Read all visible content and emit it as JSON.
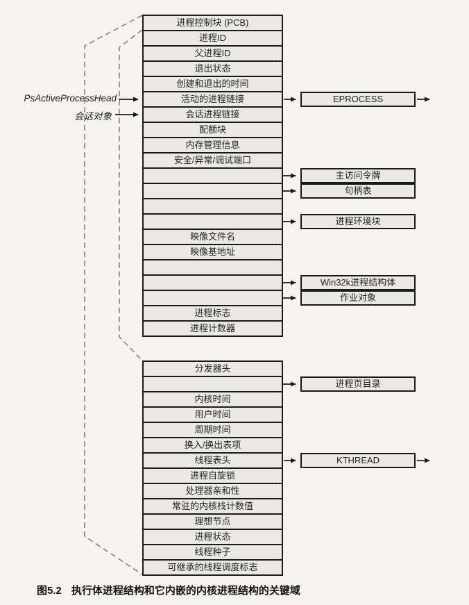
{
  "caption": {
    "number": "图5.2",
    "title": "执行体进程结构和它内嵌的内核进程结构的关键域"
  },
  "left_labels": {
    "ps_active_process_head": "PsActiveProcessHead",
    "session_object": "会话对象"
  },
  "eprocess_table": {
    "rows": [
      {
        "label": "进程控制块 (PCB)"
      },
      {
        "label": "进程ID"
      },
      {
        "label": "父进程ID"
      },
      {
        "label": "退出状态"
      },
      {
        "label": "创建和退出的时间"
      },
      {
        "label": "活动的进程链接",
        "points_to": "EPROCESS"
      },
      {
        "label": "会话进程链接"
      },
      {
        "label": "配额块"
      },
      {
        "label": "内存管理信息"
      },
      {
        "label": "安全/异常/调试端口"
      },
      {
        "label": "",
        "bullet": true,
        "points_to": "主访问令牌"
      },
      {
        "label": "",
        "bullet": true,
        "points_to": "句柄表"
      },
      {
        "label": ""
      },
      {
        "label": "",
        "bullet": true,
        "points_to": "进程环境块"
      },
      {
        "label": "映像文件名"
      },
      {
        "label": "映像基地址"
      },
      {
        "label": ""
      },
      {
        "label": "",
        "bullet": true,
        "points_to": "Win32k进程结构体"
      },
      {
        "label": "",
        "bullet": true,
        "points_to": "作业对象"
      },
      {
        "label": "进程标志"
      },
      {
        "label": "进程计数器"
      }
    ]
  },
  "kprocess_table": {
    "rows": [
      {
        "label": "分发器头"
      },
      {
        "label": "",
        "bullet": true,
        "points_to": "进程页目录"
      },
      {
        "label": "内核时间"
      },
      {
        "label": "用户时间"
      },
      {
        "label": "周期时间"
      },
      {
        "label": "换入/换出表项"
      },
      {
        "label": "线程表头",
        "points_to": "KTHREAD"
      },
      {
        "label": "进程自旋锁"
      },
      {
        "label": "处理器亲和性"
      },
      {
        "label": "常驻的内核栈计数值"
      },
      {
        "label": "理想节点"
      },
      {
        "label": "进程状态"
      },
      {
        "label": "线程种子"
      },
      {
        "label": "可继承的线程调度标志"
      }
    ]
  },
  "side_boxes": {
    "eprocess": "EPROCESS",
    "access_token": "主访问令牌",
    "handle_table": "句柄表",
    "peb": "进程环境块",
    "win32k": "Win32k进程结构体",
    "job": "作业对象",
    "page_directory": "进程页目录",
    "kthread": "KTHREAD"
  },
  "colors": {
    "page_background": "#f5f4f0",
    "row_fill": "#eae9e4",
    "border": "#1a1a1a",
    "dashed_line": "#828282",
    "text": "#1e1e1e"
  }
}
